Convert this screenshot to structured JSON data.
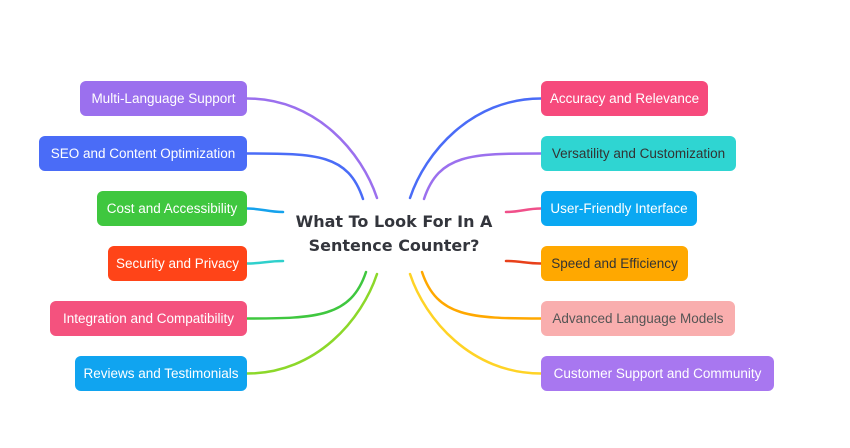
{
  "center": {
    "title_line1": "What To Look For In A",
    "title_line2": "Sentence Counter?"
  },
  "left": [
    {
      "label": "Multi-Language Support",
      "color": "#9b70ee",
      "text_color": "#ffffff"
    },
    {
      "label": "SEO and Content Optimization",
      "color": "#4a6cf7",
      "text_color": "#ffffff"
    },
    {
      "label": "Cost and Accessibility",
      "color": "#3fc73f",
      "text_color": "#ffffff"
    },
    {
      "label": "Security and Privacy",
      "color": "#ff4418",
      "text_color": "#ffffff"
    },
    {
      "label": "Integration and Compatibility",
      "color": "#f4527e",
      "text_color": "#ffffff"
    },
    {
      "label": "Reviews and Testimonials",
      "color": "#10a4f0",
      "text_color": "#ffffff"
    }
  ],
  "right": [
    {
      "label": "Accuracy and Relevance",
      "color": "#f64a7c",
      "text_color": "#ffffff"
    },
    {
      "label": "Versatility and Customization",
      "color": "#2fd5d2",
      "text_color": "#333333"
    },
    {
      "label": "User-Friendly Interface",
      "color": "#0aa8f2",
      "text_color": "#ffffff"
    },
    {
      "label": "Speed and Efficiency",
      "color": "#ffa800",
      "text_color": "#333333"
    },
    {
      "label": "Advanced Language Models",
      "color": "#f9aeae",
      "text_color": "#555555"
    },
    {
      "label": "Customer Support and Community",
      "color": "#a877f0",
      "text_color": "#ffffff"
    }
  ],
  "link_colors": {
    "left": [
      "#9b70ee",
      "#4a6cf7",
      "#15a2ec",
      "#2fd0cc",
      "#3fc73f",
      "#8cd82a"
    ],
    "right": [
      "#4a6cf7",
      "#9b70ee",
      "#f0508a",
      "#e8401a",
      "#ffa800",
      "#ffd326"
    ]
  }
}
